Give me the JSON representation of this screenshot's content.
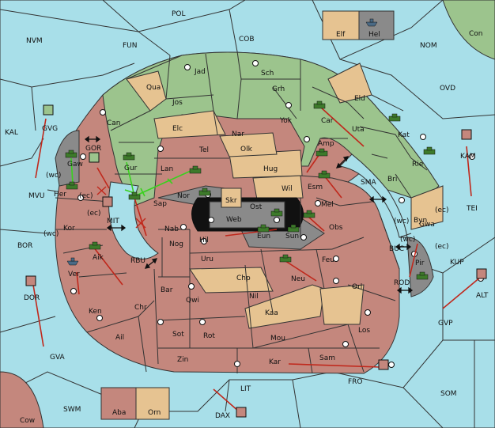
{
  "colors": {
    "sea": "#a8dfe9",
    "green_power": "#9cc48d",
    "red_power": "#c4877d",
    "tan_neutral": "#e6c391",
    "grey_impassable": "#8a8a8a",
    "order_arrow": "#c0281c",
    "support_line": "#3ad11e"
  },
  "sea_areas": [
    {
      "id": "pol",
      "label": "POL"
    },
    {
      "id": "nvm",
      "label": "NVM"
    },
    {
      "id": "fun",
      "label": "FUN"
    },
    {
      "id": "cob",
      "label": "COB"
    },
    {
      "id": "nom",
      "label": "NOM"
    },
    {
      "id": "con",
      "label": "Con"
    },
    {
      "id": "ovd",
      "label": "OVD"
    },
    {
      "id": "kal",
      "label": "KAL"
    },
    {
      "id": "gvg",
      "label": "GVG"
    },
    {
      "id": "gor",
      "label": "GOR"
    },
    {
      "id": "mvu",
      "label": "MVU"
    },
    {
      "id": "mit",
      "label": "MIT"
    },
    {
      "id": "bor",
      "label": "BOR"
    },
    {
      "id": "rbu",
      "label": "RBU"
    },
    {
      "id": "dor",
      "label": "DOR"
    },
    {
      "id": "gva",
      "label": "GVA"
    },
    {
      "id": "kam",
      "label": "KAM"
    },
    {
      "id": "tei",
      "label": "TEI"
    },
    {
      "id": "sma",
      "label": "SMA"
    },
    {
      "id": "buc",
      "label": "BUC"
    },
    {
      "id": "kup",
      "label": "KUP"
    },
    {
      "id": "rod",
      "label": "ROD"
    },
    {
      "id": "alt",
      "label": "ALT"
    },
    {
      "id": "gvp",
      "label": "GVP"
    },
    {
      "id": "fro",
      "label": "FRO"
    },
    {
      "id": "som",
      "label": "SOM"
    },
    {
      "id": "lit",
      "label": "LIT"
    },
    {
      "id": "swm",
      "label": "SWM"
    },
    {
      "id": "dax",
      "label": "DAX"
    },
    {
      "id": "cow",
      "label": "Cow"
    }
  ],
  "provinces": [
    {
      "id": "jad",
      "label": "Jad"
    },
    {
      "id": "sch",
      "label": "Sch"
    },
    {
      "id": "qua",
      "label": "Qua"
    },
    {
      "id": "jos",
      "label": "Jos"
    },
    {
      "id": "grh",
      "label": "Grh"
    },
    {
      "id": "eld",
      "label": "Eld"
    },
    {
      "id": "can",
      "label": "Can"
    },
    {
      "id": "elc",
      "label": "Elc"
    },
    {
      "id": "nar",
      "label": "Nar"
    },
    {
      "id": "yok",
      "label": "Yok"
    },
    {
      "id": "car",
      "label": "Car"
    },
    {
      "id": "uta",
      "label": "Uta"
    },
    {
      "id": "kat",
      "label": "Kat"
    },
    {
      "id": "tel",
      "label": "Tel"
    },
    {
      "id": "olk",
      "label": "Olk"
    },
    {
      "id": "amp",
      "label": "Amp"
    },
    {
      "id": "gur",
      "label": "Gur"
    },
    {
      "id": "lan",
      "label": "Lan"
    },
    {
      "id": "hug",
      "label": "Hug"
    },
    {
      "id": "rie",
      "label": "Rie"
    },
    {
      "id": "gaw",
      "label": "Gaw"
    },
    {
      "id": "esm",
      "label": "Esm"
    },
    {
      "id": "bri",
      "label": "Bri"
    },
    {
      "id": "wil",
      "label": "Wil"
    },
    {
      "id": "her",
      "label": "Her"
    },
    {
      "id": "nor",
      "label": "Nor"
    },
    {
      "id": "sap",
      "label": "Sap"
    },
    {
      "id": "skr",
      "label": "Skr"
    },
    {
      "id": "ost",
      "label": "Ost"
    },
    {
      "id": "mel",
      "label": "Mel"
    },
    {
      "id": "web",
      "label": "Web"
    },
    {
      "id": "byn",
      "label": "Byn"
    },
    {
      "id": "kor",
      "label": "Kor"
    },
    {
      "id": "nab",
      "label": "Nab"
    },
    {
      "id": "obs",
      "label": "Obs"
    },
    {
      "id": "eun",
      "label": "Eun"
    },
    {
      "id": "hil",
      "label": "Hil"
    },
    {
      "id": "sun",
      "label": "Sun"
    },
    {
      "id": "gwa",
      "label": "Gwa"
    },
    {
      "id": "nog",
      "label": "Nog"
    },
    {
      "id": "aik",
      "label": "Aik"
    },
    {
      "id": "uru",
      "label": "Uru"
    },
    {
      "id": "feu",
      "label": "Feu"
    },
    {
      "id": "pir",
      "label": "Pir"
    },
    {
      "id": "ver",
      "label": "Ver"
    },
    {
      "id": "chp",
      "label": "Chp"
    },
    {
      "id": "neu",
      "label": "Neu"
    },
    {
      "id": "orl",
      "label": "Orl"
    },
    {
      "id": "bar",
      "label": "Bar"
    },
    {
      "id": "qwi",
      "label": "Qwi"
    },
    {
      "id": "nil",
      "label": "Nil"
    },
    {
      "id": "ken",
      "label": "Ken"
    },
    {
      "id": "chr",
      "label": "Chr"
    },
    {
      "id": "kaa",
      "label": "Kaa"
    },
    {
      "id": "los",
      "label": "Los"
    },
    {
      "id": "ail",
      "label": "Ail"
    },
    {
      "id": "sot",
      "label": "Sot"
    },
    {
      "id": "rot",
      "label": "Rot"
    },
    {
      "id": "mou",
      "label": "Mou"
    },
    {
      "id": "zin",
      "label": "Zin"
    },
    {
      "id": "kar",
      "label": "Kar"
    },
    {
      "id": "sam",
      "label": "Sam"
    },
    {
      "id": "elf",
      "label": "Elf"
    },
    {
      "id": "hel",
      "label": "Hel"
    },
    {
      "id": "aba",
      "label": "Aba"
    },
    {
      "id": "orn",
      "label": "Orn"
    }
  ],
  "coast_tags": [
    {
      "id": "wc1",
      "label": "(wc)"
    },
    {
      "id": "ec1",
      "label": "(ec)"
    },
    {
      "id": "ec2",
      "label": "(ec)"
    },
    {
      "id": "wc2",
      "label": "(wc)"
    },
    {
      "id": "wc3",
      "label": "(wc)"
    },
    {
      "id": "ec3",
      "label": "(ec)"
    },
    {
      "id": "wc4",
      "label": "(wc)"
    },
    {
      "id": "ec4",
      "label": "(ec)"
    }
  ]
}
